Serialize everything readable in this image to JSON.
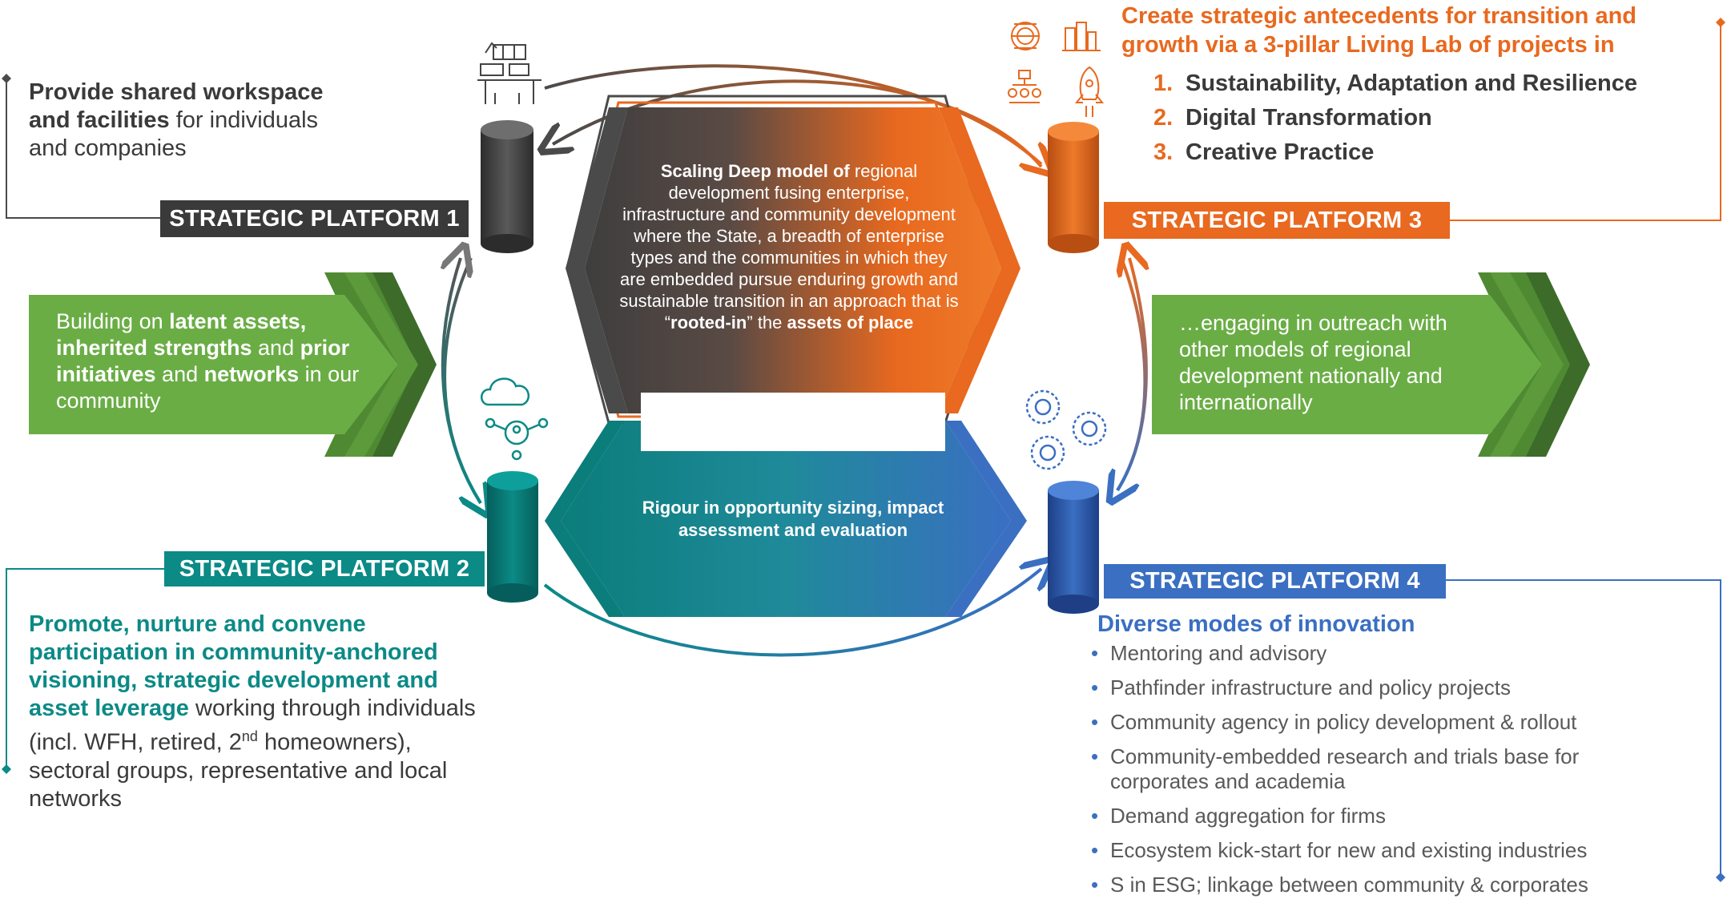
{
  "platforms": {
    "p1": {
      "label": "STRATEGIC PLATFORM 1"
    },
    "p2": {
      "label": "STRATEGIC PLATFORM 2"
    },
    "p3": {
      "label": "STRATEGIC PLATFORM 3"
    },
    "p4": {
      "label": "STRATEGIC PLATFORM 4"
    }
  },
  "p1_desc": {
    "bold": "Provide shared workspace and facilities",
    "rest": " for individuals and companies"
  },
  "p2_desc": {
    "part1": "Promote",
    "part2": ", nurture and convene participation in community-anchored visioning, strategic development and asset leverage",
    "rest": " working through individuals (incl. WFH, retired, 2",
    "sup": "nd",
    "rest2": " homeowners), sectoral groups, representative and local networks"
  },
  "p3_desc": {
    "heading": "Create strategic antecedents for transition and growth via a 3-pillar Living Lab of projects in",
    "pillars": [
      {
        "num": "1.",
        "text": "Sustainability, Adaptation and Resilience"
      },
      {
        "num": "2.",
        "text": "Digital Transformation"
      },
      {
        "num": "3.",
        "text": "Creative Practice"
      }
    ]
  },
  "p4_desc": {
    "heading": "Diverse modes of innovation",
    "items": [
      "Mentoring and advisory",
      "Pathfinder infrastructure and policy projects",
      "Community agency in policy development & rollout",
      "Community-embedded research and trials base for corporates and academia",
      "Demand aggregation for firms",
      "Ecosystem kick-start  for new and existing industries",
      "S in ESG; linkage between community & corporates"
    ]
  },
  "left_arrow": {
    "t1": "Building on ",
    "b1": "latent assets,",
    "t2": " ",
    "b2": "inherited strengths",
    "t3": " and ",
    "b3": "prior initiatives",
    "t4": " and ",
    "b4": "networks",
    "t5": " in our community"
  },
  "right_arrow": {
    "text": "…engaging in outreach with other  models of regional development nationally and internationally"
  },
  "center_top": {
    "b1": "Scaling Deep model of",
    "t1": " regional development  fusing enterprise, infrastructure and community development where the State, a breadth of enterprise types and the communities in which they are embedded pursue enduring growth and sustainable transition in an approach that is “",
    "b2": "rooted-in",
    "t2": "” the ",
    "b3": "assets of place"
  },
  "center_bottom": {
    "text": "Rigour in opportunity sizing, impact assessment and evaluation"
  },
  "icons": [
    "workspace-icon",
    "community-network-icon",
    "sustainability-icon",
    "digital-city-icon",
    "creative-org-icon",
    "rocket-icon",
    "innovation-gears-icon"
  ],
  "colors": {
    "orange": "#e8691f",
    "teal": "#0b8a86",
    "blue": "#3a6fc2",
    "dark": "#3a3a3a",
    "green": "#6aad45",
    "darkgreen": "#3d6b2a"
  }
}
